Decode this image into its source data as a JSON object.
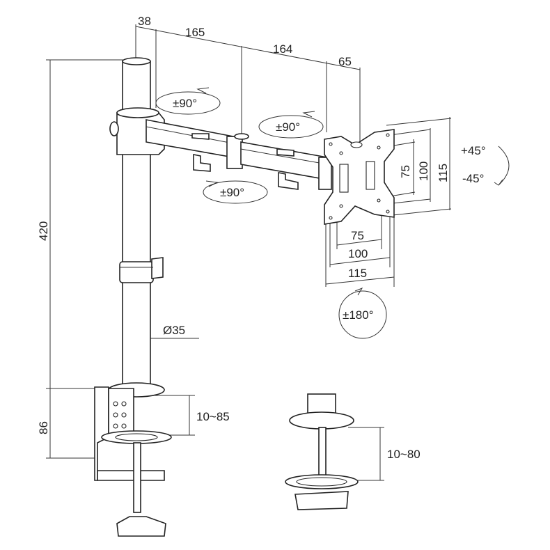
{
  "dimensions": {
    "top_38": "38",
    "top_165": "165",
    "top_164": "164",
    "top_65": "65",
    "height_420": "420",
    "height_86": "86",
    "pole_diameter": "Ø35",
    "clamp_range": "10~85",
    "grommet_range": "10~80",
    "vesa_h_75": "75",
    "vesa_h_100": "100",
    "vesa_h_115": "115",
    "vesa_v_75": "75",
    "vesa_v_100": "100",
    "vesa_v_115": "115"
  },
  "rotations": {
    "pole_swivel": "±90°",
    "arm_swivel": "±90°",
    "joint_swivel": "±90°",
    "tilt_up": "+45°",
    "tilt_down": "-45°",
    "rotate": "±180°"
  }
}
